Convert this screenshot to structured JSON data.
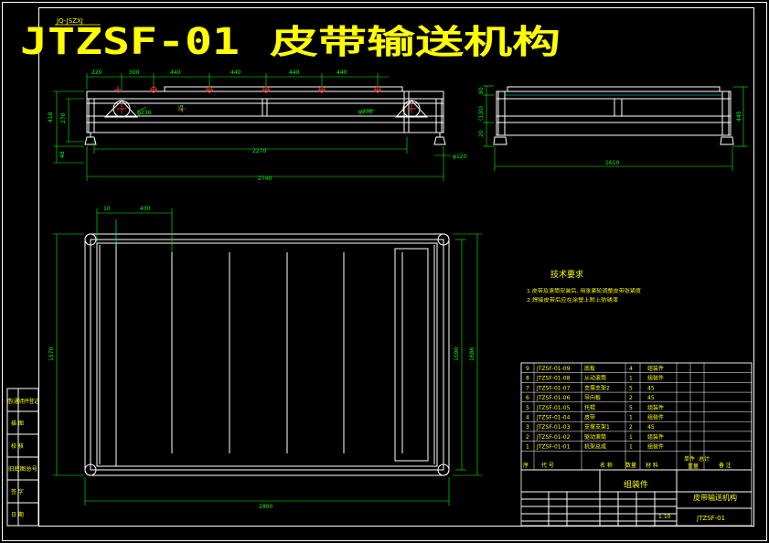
{
  "drawing": {
    "code_small": "JQ-JSZXJ",
    "title_code": "JTZSF-01",
    "title_name": "皮带输送机构"
  },
  "dims": {
    "top": [
      "220",
      "300",
      "440",
      "440",
      "440",
      "440"
    ],
    "left_418": "418",
    "left_270": "270",
    "left_48": "48",
    "dia_top_left": "φ236",
    "val_25": "25",
    "dia_top_right": "φ236",
    "len_2270": "2270",
    "len_2740": "2740",
    "phi120": "φ120",
    "side_80": "80",
    "side_130": "(130)",
    "side_445": "445",
    "side_20": "20",
    "side_width": "1610",
    "plan_10": "10",
    "plan_430": "430",
    "plan_left_h": "1570",
    "plan_right_h1": "1590",
    "plan_right_h2": "1686",
    "plan_len": "2800"
  },
  "tech": {
    "heading": "技术要求",
    "line1": "1.皮带及滚筒安装后, 用张紧轮调整皮带张紧度",
    "line2": "2.焊接皮带后应在涂塑上附上防锈漆"
  },
  "bom": {
    "rows": [
      {
        "no": "9",
        "code": "JTZSF-01-09",
        "name": "底板",
        "qty": "4",
        "mat": "组装件"
      },
      {
        "no": "8",
        "code": "JTZSF-01-08",
        "name": "从动滚筒",
        "qty": "1",
        "mat": "组装件"
      },
      {
        "no": "7",
        "code": "JTZSF-01-07",
        "name": "支撑支架2",
        "qty": "5",
        "mat": "45"
      },
      {
        "no": "6",
        "code": "JTZSF-01-06",
        "name": "导向板",
        "qty": "2",
        "mat": "45"
      },
      {
        "no": "5",
        "code": "JTZSF-01-05",
        "name": "托辊",
        "qty": "5",
        "mat": "组装件"
      },
      {
        "no": "4",
        "code": "JTZSF-01-04",
        "name": "皮带",
        "qty": "1",
        "mat": "组装件"
      },
      {
        "no": "3",
        "code": "JTZSF-01-03",
        "name": "支撑支架1",
        "qty": "2",
        "mat": "45"
      },
      {
        "no": "2",
        "code": "JTZSF-01-02",
        "name": "驱动滚筒",
        "qty": "1",
        "mat": "组装件"
      },
      {
        "no": "1",
        "code": "JTZSF-01-01",
        "name": "机架总成",
        "qty": "1",
        "mat": "组装件"
      }
    ],
    "header": {
      "no": "序",
      "code": "代  号",
      "name": "名  称",
      "qty": "数量",
      "mat": "材  料",
      "unit_wt": "单件",
      "total_wt": "总计",
      "weight": "重量",
      "note": "备  注"
    },
    "assembly": "组装件",
    "title_name": "皮带输送机构",
    "scale": "1:10",
    "code": "JTZSF-01"
  },
  "stamp": {
    "l1": "借(通)用件登记",
    "l2": "描  图",
    "l3": "校  核",
    "l4": "旧底图总号",
    "l5": "签  字",
    "l6": "日  期"
  },
  "colors": {
    "frame": "#ffffff",
    "dimension": "#00ff00",
    "text": "#ffff00",
    "center": "#ff3030",
    "hidden": "#00ffff"
  }
}
